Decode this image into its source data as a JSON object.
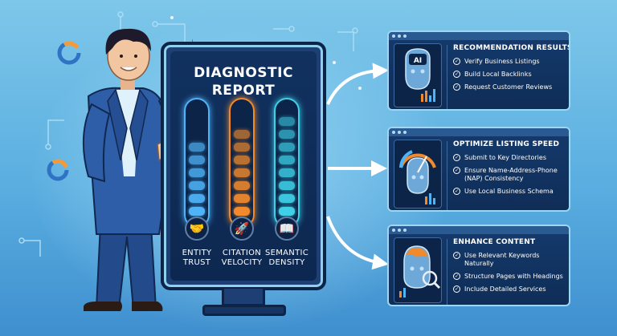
{
  "report": {
    "title_line1": "DIAGNOSTIC",
    "title_line2": "REPORT"
  },
  "gauges": [
    {
      "label_line1": "ENTITY",
      "label_line2": "TRUST",
      "icon": "handshake-icon",
      "color": "#4fb3f7",
      "lit_segments": 6,
      "total_segments": 6
    },
    {
      "label_line1": "CITATION",
      "label_line2": "VELOCITY",
      "icon": "rocket-icon",
      "color": "#f08a2c",
      "lit_segments": 7,
      "total_segments": 7
    },
    {
      "label_line1": "SEMANTIC",
      "label_line2": "DENSITY",
      "icon": "book-icon",
      "color": "#3fd0e8",
      "lit_segments": 8,
      "total_segments": 8
    }
  ],
  "panels": [
    {
      "title": "RECOMMENDATION RESULTS",
      "image_icon": "ai-robot-icon",
      "image_label": "AI",
      "items": [
        "Verify Business Listings",
        "Build Local Backlinks",
        "Request Customer Reviews"
      ]
    },
    {
      "title": "OPTIMIZE LISTING SPEED",
      "image_icon": "speedometer-robot-icon",
      "items": [
        "Submit to Key Directories",
        "Ensure Name-Address-Phone (NAP) Consistency",
        "Use Local Business Schema"
      ]
    },
    {
      "title": "ENHANCE CONTENT",
      "image_icon": "brain-magnifier-icon",
      "items": [
        "Use Relevant Keywords Naturally",
        "Structure Pages with Headings",
        "Include Detailed Services"
      ]
    }
  ],
  "colors": {
    "background_top": "#7ec7ea",
    "background_bottom": "#3f8fcf",
    "panel": "#143a6c",
    "suit": "#2f5ea8"
  }
}
